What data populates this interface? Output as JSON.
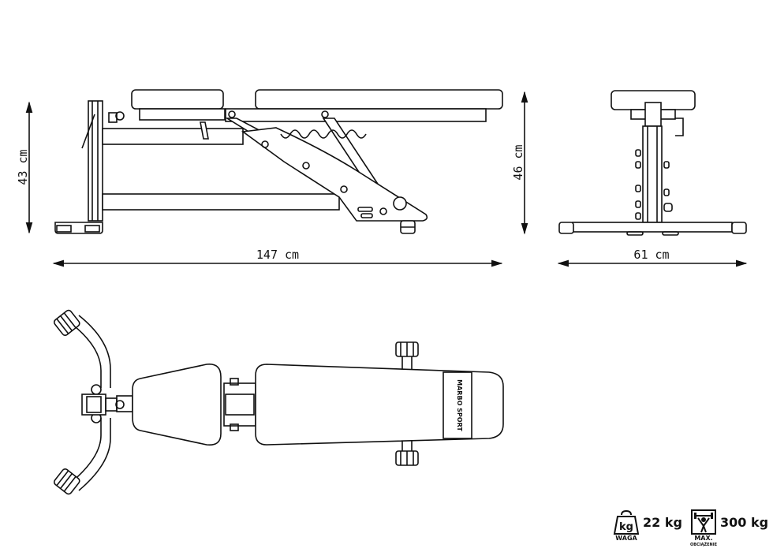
{
  "dimensions": {
    "side_height": "43 cm",
    "side_length": "147 cm",
    "front_height": "46 cm",
    "front_width": "61 cm"
  },
  "brand": "MARBO SPORT",
  "specs": {
    "weight": {
      "unit_icon_text": "kg",
      "value": "22 kg",
      "caption": "WAGA"
    },
    "max_load": {
      "value": "300 kg",
      "caption_line1": "MAX.",
      "caption_line2": "OBCIĄŻENIE"
    }
  }
}
